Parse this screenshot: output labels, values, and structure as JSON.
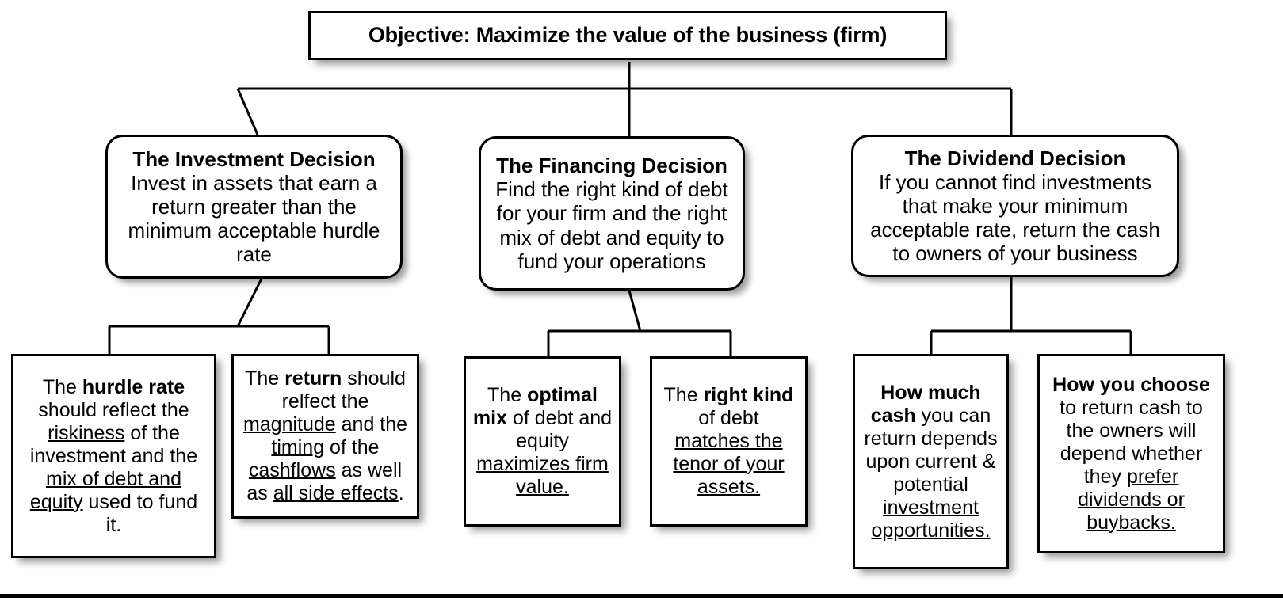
{
  "diagram": {
    "type": "tree",
    "title": "Objective: Maximize the value of the business (firm)",
    "root": {
      "label": "Objective: Maximize the value of the business (firm)"
    },
    "branches": [
      {
        "id": "investment",
        "heading": "The Investment Decision",
        "body": "Invest in assets that earn a return greater than the minimum acceptable hurdle rate",
        "children": [
          {
            "id": "hurdle-rate",
            "runs": [
              {
                "t": "The ",
                "style": "plain"
              },
              {
                "t": "hurdle rate",
                "style": "bold"
              },
              {
                "t": " should reflect the ",
                "style": "plain"
              },
              {
                "t": "riskiness",
                "style": "underline"
              },
              {
                "t": " of the investment and the ",
                "style": "plain"
              },
              {
                "t": "mix of debt and equity",
                "style": "underline"
              },
              {
                "t": " used to fund it.",
                "style": "plain"
              }
            ]
          },
          {
            "id": "return",
            "runs": [
              {
                "t": "The ",
                "style": "plain"
              },
              {
                "t": "return",
                "style": "bold"
              },
              {
                "t": " should relfect the ",
                "style": "plain"
              },
              {
                "t": "magnitude",
                "style": "underline"
              },
              {
                "t": " and the ",
                "style": "plain"
              },
              {
                "t": "timing",
                "style": "underline"
              },
              {
                "t": " of the ",
                "style": "plain"
              },
              {
                "t": "cashflows",
                "style": "underline"
              },
              {
                "t": " as well as ",
                "style": "plain"
              },
              {
                "t": "all side effects",
                "style": "underline"
              },
              {
                "t": ".",
                "style": "plain"
              }
            ]
          }
        ]
      },
      {
        "id": "financing",
        "heading": "The Financing Decision",
        "body": "Find the right kind of debt for your firm and the right mix of debt and equity to fund your operations",
        "children": [
          {
            "id": "optimal-mix",
            "runs": [
              {
                "t": "The ",
                "style": "plain"
              },
              {
                "t": "optimal mix",
                "style": "bold"
              },
              {
                "t": " of debt and equity ",
                "style": "plain"
              },
              {
                "t": "maximizes firm value.",
                "style": "underline"
              }
            ]
          },
          {
            "id": "right-kind",
            "runs": [
              {
                "t": "The ",
                "style": "plain"
              },
              {
                "t": "right kind",
                "style": "bold"
              },
              {
                "t": " of debt ",
                "style": "plain"
              },
              {
                "t": "matches the tenor of your assets.",
                "style": "underline"
              }
            ]
          }
        ]
      },
      {
        "id": "dividend",
        "heading": "The Dividend Decision",
        "body": "If you cannot find investments that make your minimum acceptable rate, return the cash to owners of your business",
        "children": [
          {
            "id": "how-much-cash",
            "runs": [
              {
                "t": "How much cash",
                "style": "bold"
              },
              {
                "t": " you can return depends upon current  & potential ",
                "style": "plain"
              },
              {
                "t": "investment opportunities.",
                "style": "underline"
              }
            ]
          },
          {
            "id": "how-you-choose",
            "runs": [
              {
                "t": "How you choose",
                "style": "bold"
              },
              {
                "t": " to return cash to the owners will depend whether they ",
                "style": "plain"
              },
              {
                "t": "prefer dividends or buybacks.",
                "style": "underline"
              }
            ]
          }
        ]
      }
    ],
    "colors": {
      "background": "#ffffff",
      "stroke": "#000000",
      "text": "#000000"
    }
  }
}
